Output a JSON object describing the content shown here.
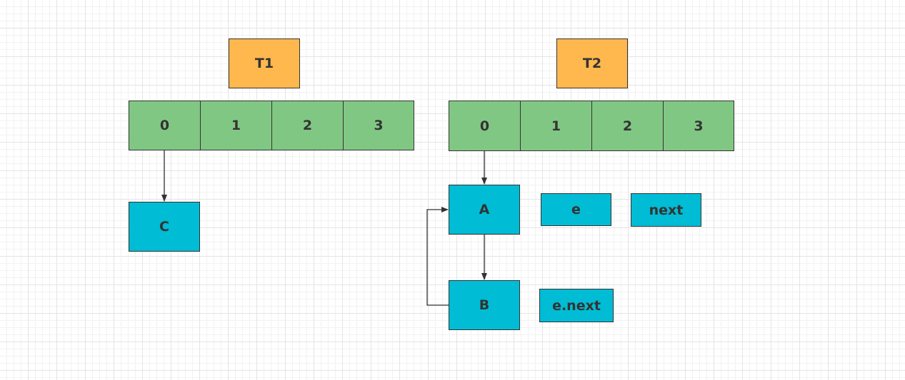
{
  "colors": {
    "table_label": "#ffb84d",
    "bucket": "#81c784",
    "node": "#00bcd4",
    "line": "#333333"
  },
  "t1": {
    "title": "T1",
    "buckets": [
      "0",
      "1",
      "2",
      "3"
    ],
    "nodes": {
      "c": "C"
    }
  },
  "t2": {
    "title": "T2",
    "buckets": [
      "0",
      "1",
      "2",
      "3"
    ],
    "nodes": {
      "a": "A",
      "b": "B"
    }
  },
  "pointers": {
    "e": "e",
    "next": "next",
    "e_next": "e.next"
  }
}
